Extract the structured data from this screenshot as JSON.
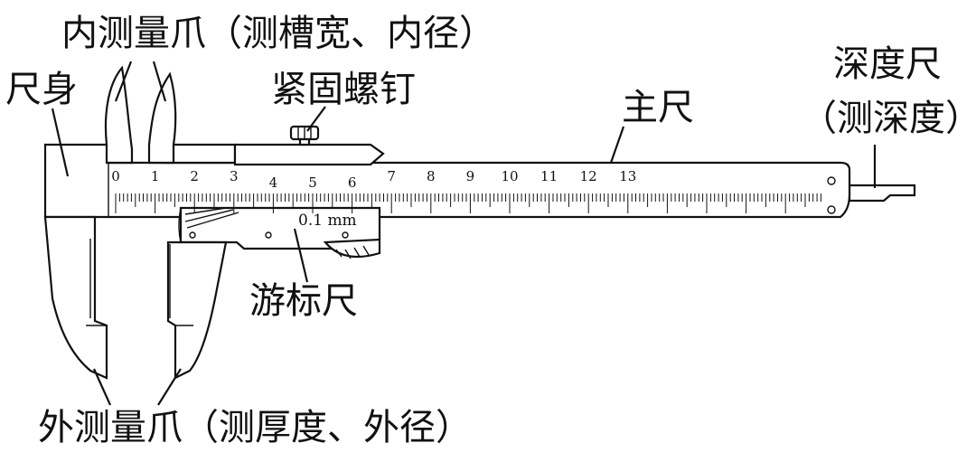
{
  "labels": {
    "inner_jaws": "内测量爪（测槽宽、内径）",
    "ruler_body": "尺身",
    "lock_screw": "紧固螺钉",
    "main_scale": "主尺",
    "depth_rod": "深度尺",
    "depth_rod_note": "（测深度）",
    "vernier": "游标尺",
    "outer_jaws": "外测量爪（测厚度、外径）"
  },
  "main_scale_ticks": [
    "0",
    "1",
    "2",
    "3",
    "4",
    "5",
    "6",
    "7",
    "8",
    "9",
    "10",
    "11",
    "12",
    "13"
  ],
  "vernier_unit": "0.1 mm",
  "colors": {
    "line": "#111111",
    "background": "#ffffff"
  }
}
